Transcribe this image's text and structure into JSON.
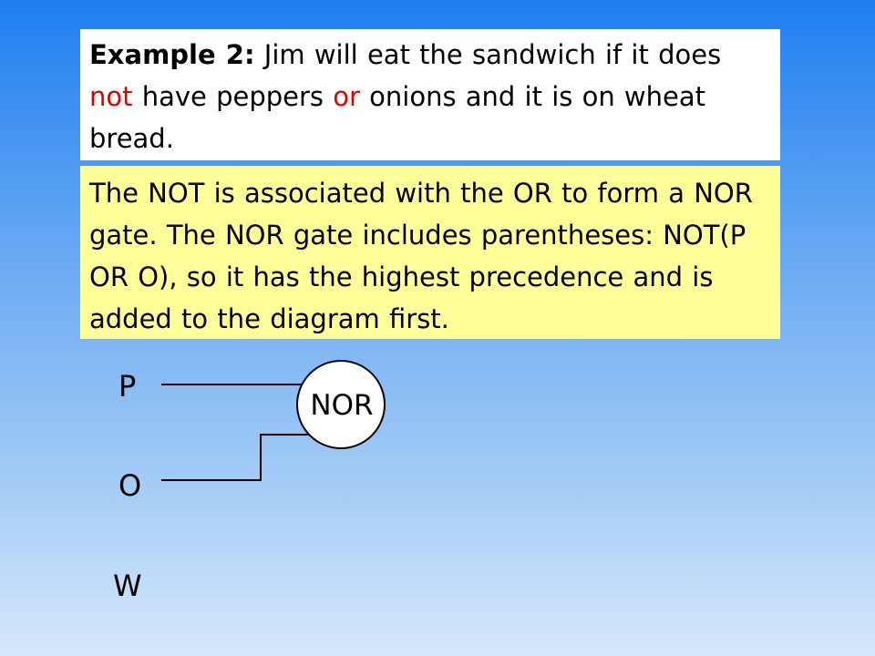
{
  "example": {
    "heading": "Example 2:",
    "text_1": " Jim will eat the sandwich if it does ",
    "not_word": "not",
    "text_2": " have peppers ",
    "or_word": "or",
    "text_3": " onions and it is on wheat bread."
  },
  "note": {
    "text": "The NOT is associated with the OR to form a NOR gate. The NOR gate includes parentheses: NOT(P OR O), so it has the highest precedence and is added to the diagram first."
  },
  "diagram": {
    "inputs": [
      "P",
      "O",
      "W"
    ],
    "gate_label": "NOR"
  },
  "colors": {
    "keyword": "#e00000",
    "note_bg": "#ffff99",
    "background_top": "#1f7ff0",
    "background_bottom": "#d6e8fb"
  }
}
